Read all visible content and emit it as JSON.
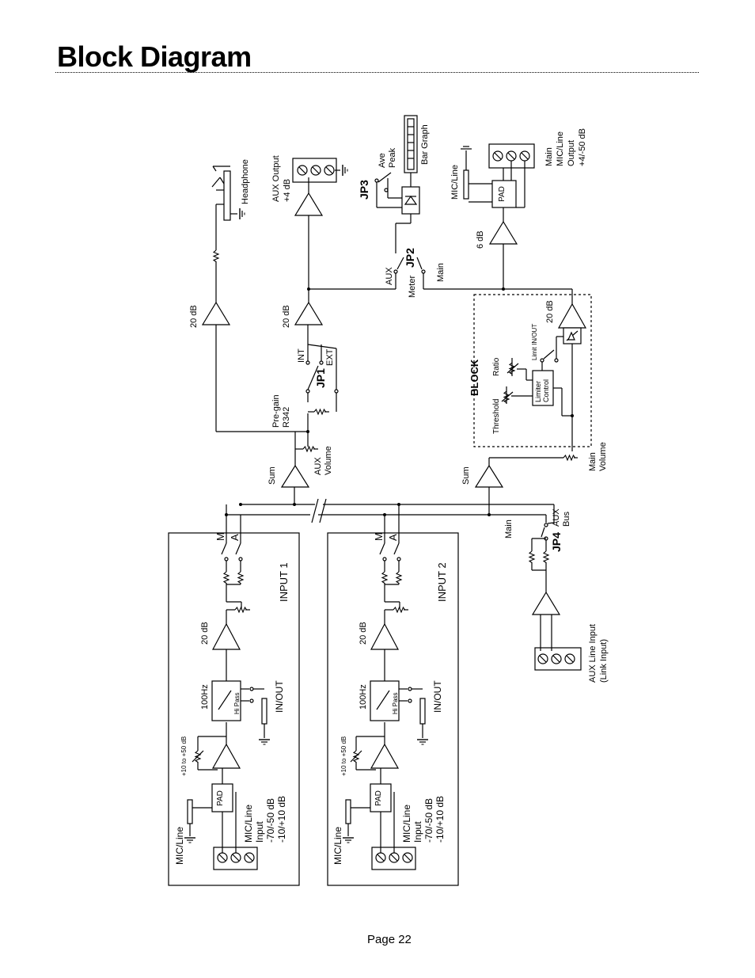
{
  "page": {
    "title": "Block Diagram",
    "page_number": "Page 22"
  },
  "channels": [
    {
      "name": "INPUT 1",
      "mic_line_label": "MIC/Line",
      "input_label": [
        "MIC/Line",
        "Input",
        "-70/-50 dB",
        "-10/+10 dB"
      ],
      "pad": "PAD",
      "gain_range": "+10 to +50 dB",
      "filter_freq": "100Hz",
      "filter_label": "Hi Pass",
      "filter_switch": "IN/OUT",
      "gain_stage": "20 dB",
      "main_tap": "M",
      "aux_tap": "A"
    },
    {
      "name": "INPUT 2",
      "mic_line_label": "MIC/Line",
      "input_label": [
        "MIC/Line",
        "Input",
        "-70/-50 dB",
        "-10/+10 dB"
      ],
      "pad": "PAD",
      "gain_range": "+10 to +50 dB",
      "filter_freq": "100Hz",
      "filter_label": "Hi Pass",
      "filter_switch": "IN/OUT",
      "gain_stage": "20 dB",
      "main_tap": "M",
      "aux_tap": "A"
    }
  ],
  "aux_section": {
    "sum": "Sum",
    "volume": [
      "AUX",
      "Volume"
    ],
    "pregain": [
      "Pre-gain",
      "R342"
    ],
    "jumper": "JP1",
    "jumper_int": "INT",
    "jumper_ext": "EXT",
    "hp_gain": "20 dB",
    "headphone": "Headphone",
    "aux_gain": "20 dB",
    "aux_output": [
      "AUX Output",
      "+4 dB"
    ]
  },
  "main_section": {
    "sum": "Sum",
    "volume": [
      "Main",
      "Volume"
    ],
    "block": "BLOCK",
    "threshold": "Threshold",
    "ratio": "Ratio",
    "limiter": [
      "Limiter",
      "Control"
    ],
    "limit_switch": "Limit IN/OUT",
    "gain": "20 dB",
    "out_gain": "6 dB",
    "pad": "PAD",
    "mic_line": "MIC/Line",
    "main_output": [
      "Main",
      "MIC/Line",
      "Output",
      "+4/-50 dB"
    ]
  },
  "meter": {
    "jumper": "JP2",
    "aux": "AUX",
    "meter": "Meter",
    "main": "Main",
    "mode_jumper": "JP3",
    "ave": "Ave",
    "peak": "Peak",
    "bar_graph": "Bar Graph"
  },
  "aux_bus_link": {
    "jumper": "JP4",
    "main": "Main",
    "aux_bus": [
      "AUX",
      "Bus"
    ],
    "aux_line_input": [
      "AUX Line Input",
      "(Link Input)"
    ]
  }
}
